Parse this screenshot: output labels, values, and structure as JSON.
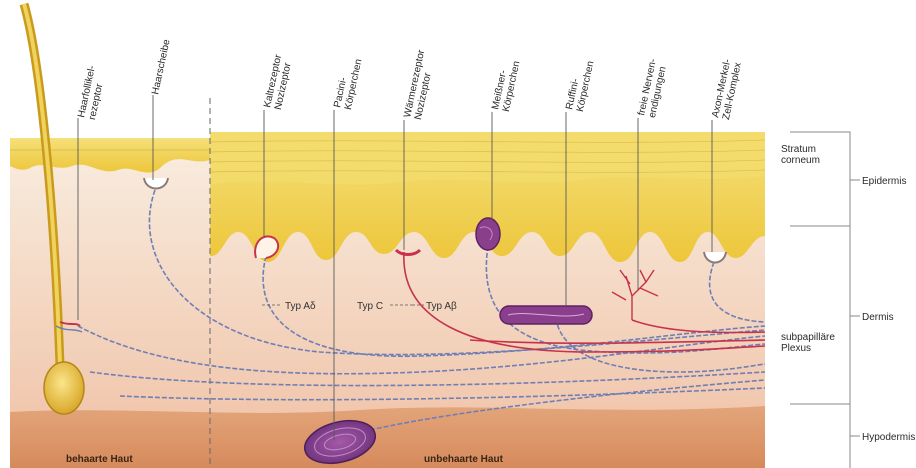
{
  "receptor_labels": [
    "Haarfollikel-\nrezeptor",
    "Haarscheibe",
    "Kaltrezeptor\nNozizeptor",
    "Pacini-\nKörperchen",
    "Wärmerezeptor\nNozizeptor",
    "Meißner-\nKörperchen",
    "Ruffini-\nKörperchen",
    "freie Nerven-\nendigungen",
    "Axon-Merkel-\nZell-Komplex"
  ],
  "layer_labels": {
    "stratum": "Stratum\ncorneum",
    "epidermis": "Epidermis",
    "plexus": "subpapilläre\nPlexus",
    "dermis": "Dermis",
    "hypodermis": "Hypodermis"
  },
  "fiber_labels": {
    "a_delta": "Typ Aδ",
    "c": "Typ C",
    "a_beta": "Typ Aβ"
  },
  "region_labels": {
    "hairy": "behaarte Haut",
    "glabrous": "unbehaarte Haut"
  },
  "colors": {
    "epidermis": "#f0cd42",
    "stratum": "#f3dc6c",
    "dermis_top": "#f7e6d8",
    "dermis": "#f3cdb6",
    "hypodermis": "#dd9a6e",
    "nerve_blue": "#6f7fb6",
    "nerve_red": "#c8324a",
    "corpuscle_purple": "#8a3f8d"
  }
}
